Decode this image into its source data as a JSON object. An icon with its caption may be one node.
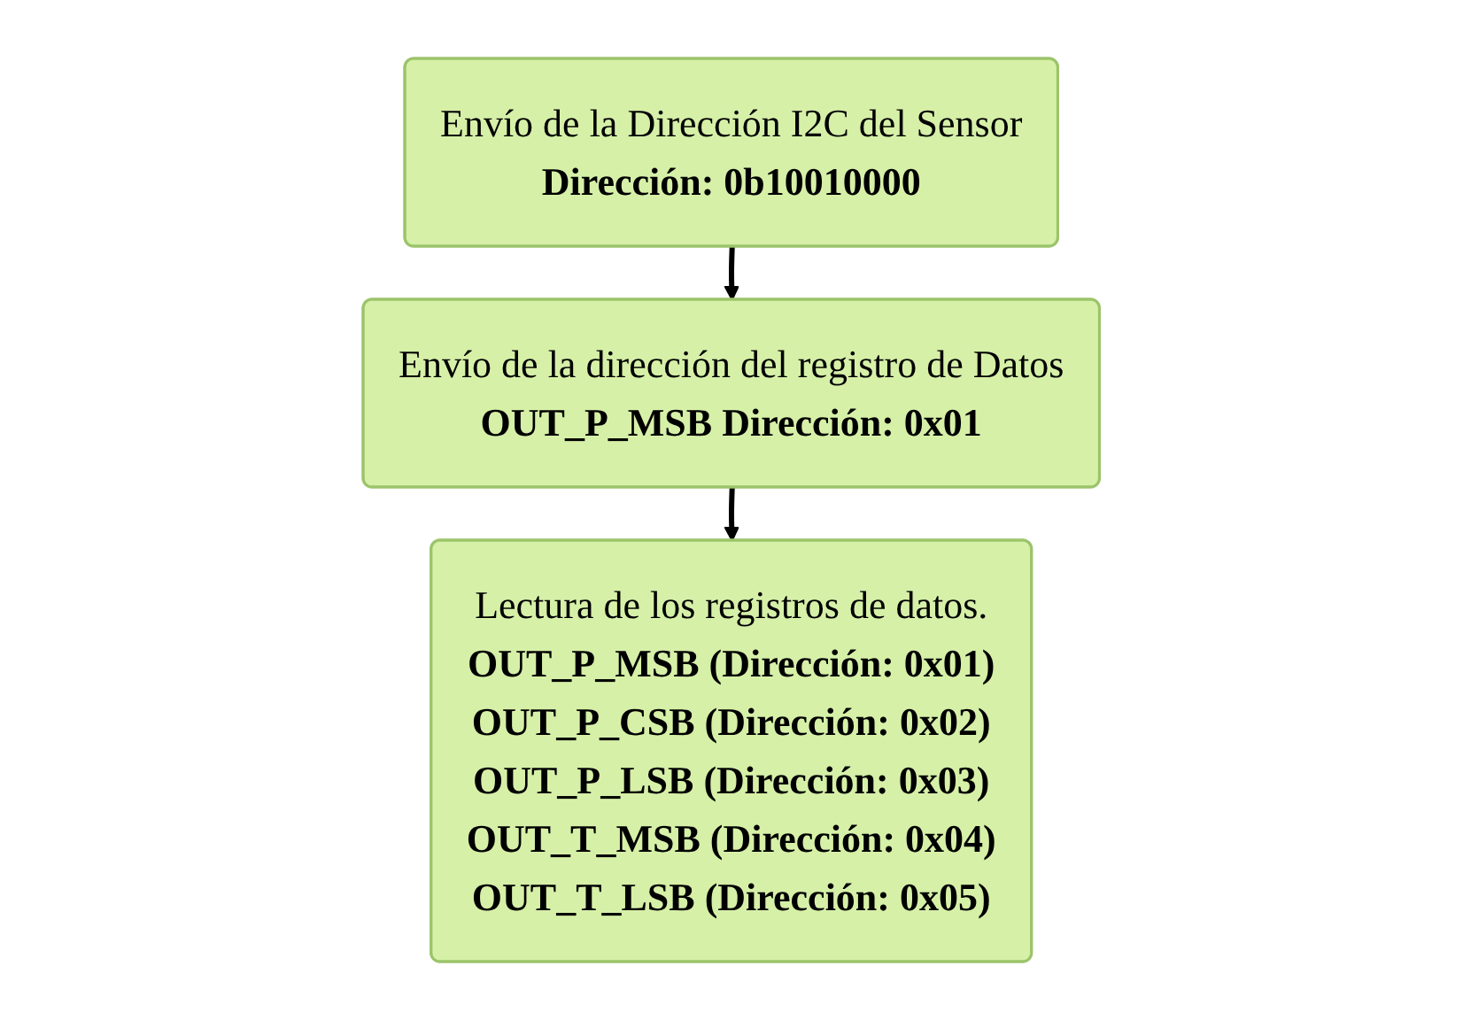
{
  "diagram": {
    "nodes": [
      {
        "text": [
          "Envío de la Dirección I2C del Sensor",
          "Dirección: 0b10010000"
        ]
      },
      {
        "text": [
          "Envío de la dirección del registro de Datos",
          "OUT_P_MSB Dirección: 0x01"
        ]
      },
      {
        "text": [
          "Lectura de los registros de datos.",
          "OUT_P_MSB (Dirección: 0x01)",
          "OUT_P_CSB (Dirección: 0x02)",
          "OUT_P_LSB (Dirección: 0x03)",
          "OUT_T_MSB (Dirección: 0x04)",
          "OUT_T_LSB (Dirección: 0x05)"
        ]
      }
    ],
    "edges": [
      {
        "from": 0,
        "to": 1,
        "arrow": "to"
      },
      {
        "from": 1,
        "to": 2,
        "arrow": "to"
      }
    ]
  }
}
